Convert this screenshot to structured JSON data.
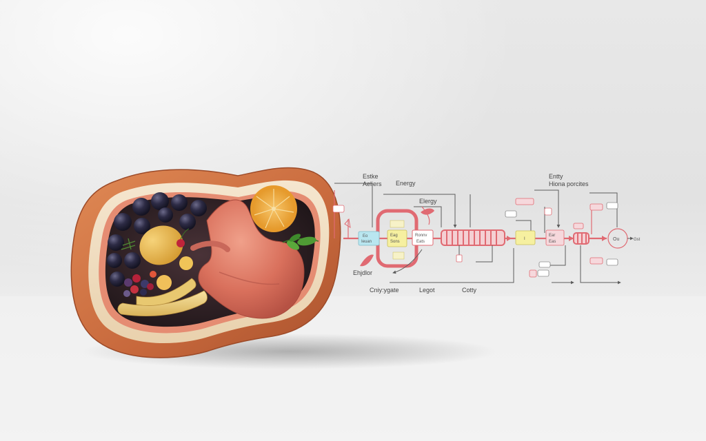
{
  "diagram": {
    "labels": {
      "top_left_a": "Estke",
      "top_left_b": "Aeliers",
      "energy_top": "Energy",
      "energy_mid": "Elergy",
      "top_right_a": "Entty",
      "top_right_b": "Hiona porcites",
      "bottom_left": "Ehjdlor",
      "bottom_1": "Cniy:ygate",
      "bottom_2": "Legot",
      "bottom_3": "Cotty"
    },
    "boxes": {
      "b1_a": "Eo",
      "b1_b": "Ieuan",
      "b2_a": "Eag",
      "b2_b": "Sons",
      "b3_a": "Ronnv",
      "b3_b": "Eats",
      "b4": "I",
      "b5_a": "Ear",
      "b5_b": "Eas",
      "circle": "Ou",
      "circle_tail": "Gst"
    },
    "colors": {
      "pipe": "#e06a72",
      "arrow": "#5c5c5c",
      "box_cyan": "#b9e6f0",
      "box_yellow": "#f6f0a0",
      "box_pink": "#f6d8dc"
    }
  },
  "illustration": {
    "subject": "stomach-cross-section",
    "contents": [
      "blueberries",
      "orange-slice",
      "potato",
      "banana",
      "mixed-berries",
      "herb-sprig"
    ]
  }
}
